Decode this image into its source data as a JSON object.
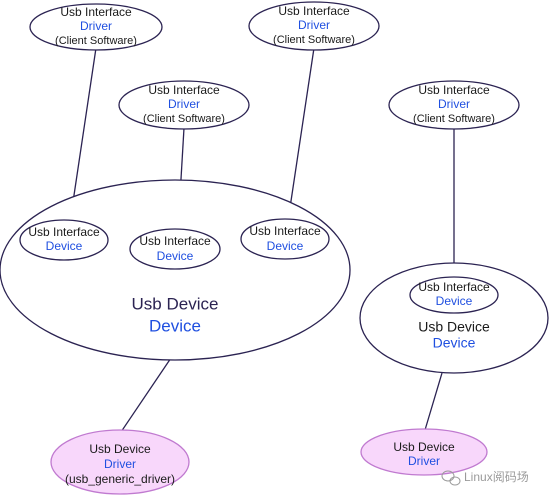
{
  "diagram": {
    "colors": {
      "stroke": "#2b2352",
      "node_fill": "#ffffff",
      "driver_fill": "#f8d7fb",
      "driver_stroke": "#c07ad0",
      "text_dark": "#1a1a1a",
      "text_blue": "#1f4fe0"
    },
    "client_drivers": [
      {
        "line1": "Usb Interface",
        "line2": "Driver",
        "line3": "(Client Software)"
      },
      {
        "line1": "Usb Interface",
        "line2": "Driver",
        "line3": "(Client Software)"
      },
      {
        "line1": "Usb Interface",
        "line2": "Driver",
        "line3": "(Client Software)"
      },
      {
        "line1": "Usb Interface",
        "line2": "Driver",
        "line3": "(Client Software)"
      }
    ],
    "left_device": {
      "line1": "Usb Device",
      "line2": "Device",
      "interfaces": [
        {
          "line1": "Usb Interface",
          "line2": "Device"
        },
        {
          "line1": "Usb Interface",
          "line2": "Device"
        },
        {
          "line1": "Usb Interface",
          "line2": "Device"
        }
      ]
    },
    "right_device": {
      "line1": "Usb Device",
      "line2": "Device",
      "interfaces": [
        {
          "line1": "Usb Interface",
          "line2": "Device"
        }
      ]
    },
    "left_driver": {
      "line1": "Usb Device",
      "line2": "Driver",
      "line3": "(usb_generic_driver)"
    },
    "right_driver": {
      "line1": "Usb Device",
      "line2": "Driver"
    }
  },
  "watermark": {
    "text": "Linux阅码场",
    "icon": "wechat-icon"
  }
}
